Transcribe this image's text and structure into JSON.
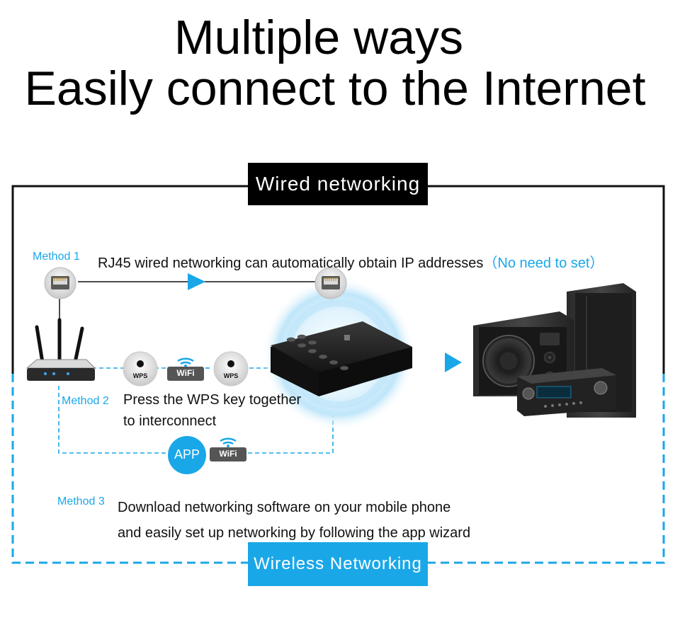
{
  "title": {
    "line1": "Multiple ways",
    "line2": "Easily connect to the Internet"
  },
  "wired_tag": "Wired networking",
  "wireless_tag": "Wireless Networking",
  "method1": {
    "label": "Method 1",
    "text": "RJ45 wired networking can automatically obtain IP addresses",
    "note": "（No need to set）"
  },
  "method2": {
    "label": "Method 2",
    "line1": "Press the WPS key together",
    "line2": "to interconnect"
  },
  "method3": {
    "label": "Method 3",
    "line1": "Download networking software on your mobile phone",
    "line2": "and easily set up networking by following the app wizard"
  },
  "badges": {
    "wps": "WPS",
    "wifi": "WiFi",
    "app": "APP"
  },
  "colors": {
    "accent_blue": "#1aa7e8",
    "wired_frame": "#111111",
    "device_black": "#1b1b1b"
  },
  "icons": [
    "ethernet-port-icon",
    "router-icon",
    "wps-button-icon",
    "wifi-icon",
    "app-icon",
    "streamer-device-icon",
    "speaker-icon",
    "amplifier-icon",
    "arrow-right-icon"
  ]
}
